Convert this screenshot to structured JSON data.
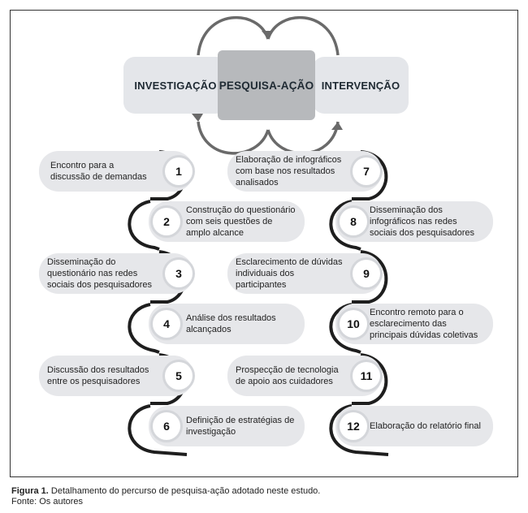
{
  "cycle": {
    "left": "INVESTIGAÇÃO",
    "center": "PESQUISA-AÇÃO",
    "right": "INTERVENÇÃO"
  },
  "steps": [
    {
      "n": "1",
      "text": "Encontro para a discussão de demandas"
    },
    {
      "n": "2",
      "text": "Construção do questionário com seis questões de amplo alcance"
    },
    {
      "n": "3",
      "text": "Disseminação do questionário nas redes sociais dos pesquisadores"
    },
    {
      "n": "4",
      "text": "Análise dos resultados alcançados"
    },
    {
      "n": "5",
      "text": "Discussão dos resultados entre os pesquisadores"
    },
    {
      "n": "6",
      "text": "Definição de estratégias de investigação"
    },
    {
      "n": "7",
      "text": "Elaboração de infográficos com base nos resultados analisados"
    },
    {
      "n": "8",
      "text": "Disseminação dos infográficos nas redes sociais dos pesquisadores"
    },
    {
      "n": "9",
      "text": "Esclarecimento de dúvidas individuais dos participantes"
    },
    {
      "n": "10",
      "text": "Encontro remoto para o esclarecimento das principais dúvidas coletivas"
    },
    {
      "n": "11",
      "text": "Prospecção de tecnologia de apoio aos cuidadores"
    },
    {
      "n": "12",
      "text": "Elaboração do relatório final"
    }
  ],
  "caption": {
    "label": "Figura 1.",
    "text": "Detalhamento do percurso de pesquisa-ação adotado neste estudo.",
    "source": "Fonte: Os autores"
  }
}
